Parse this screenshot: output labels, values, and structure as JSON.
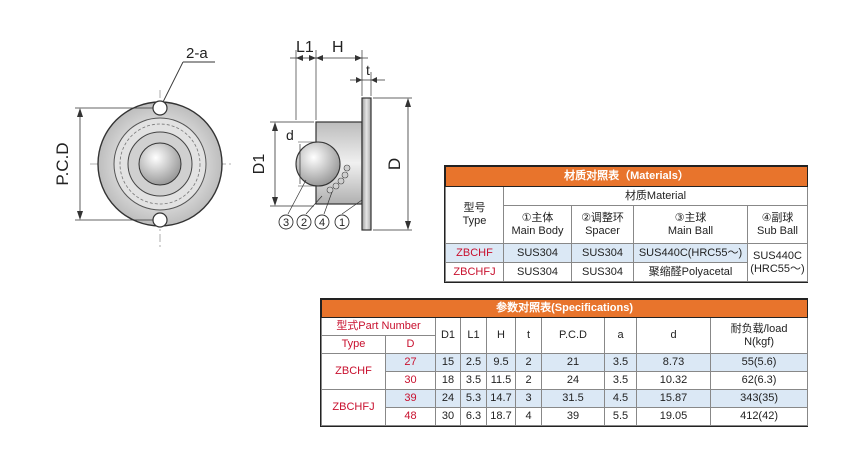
{
  "drawing": {
    "label_2a": "2-a",
    "label_pcd": "P.C.D",
    "label_L1": "L1",
    "label_H": "H",
    "label_t": "t",
    "label_d": "d",
    "label_D1": "D1",
    "label_D": "D",
    "callouts": [
      "3",
      "2",
      "4",
      "1"
    ]
  },
  "materials": {
    "title": "材质对照表（Materials）",
    "type_header": [
      "型号",
      "Type"
    ],
    "material_header": "材质Material",
    "columns": [
      [
        "①主体",
        "Main Body"
      ],
      [
        "②调整环",
        "Spacer"
      ],
      [
        "③主球",
        "Main Ball"
      ],
      [
        "④副球",
        "Sub Ball"
      ]
    ],
    "rows": [
      {
        "type": "ZBCHF",
        "body": "SUS304",
        "spacer": "SUS304",
        "main_ball": "SUS440C(HRC55～)"
      },
      {
        "type": "ZBCHFJ",
        "body": "SUS304",
        "spacer": "SUS304",
        "main_ball": "聚缩醛Polyacetal"
      }
    ],
    "sub_ball": [
      "SUS440C",
      "(HRC55～)"
    ]
  },
  "specs": {
    "title": "参数对照表(Specifications)",
    "part_number_header": "型式Part Number",
    "type_header": "Type",
    "d_header": "D",
    "headers": [
      "D1",
      "L1",
      "H",
      "t",
      "P.C.D",
      "a",
      "d"
    ],
    "load_header": [
      "耐负载/load",
      "N(kgf)"
    ],
    "types": [
      "ZBCHF",
      "ZBCHFJ"
    ],
    "rows": [
      {
        "D": "27",
        "D1": "15",
        "L1": "2.5",
        "H": "9.5",
        "t": "2",
        "PCD": "21",
        "a": "3.5",
        "d": "8.73",
        "load": "55(5.6)"
      },
      {
        "D": "30",
        "D1": "18",
        "L1": "3.5",
        "H": "11.5",
        "t": "2",
        "PCD": "24",
        "a": "3.5",
        "d": "10.32",
        "load": "62(6.3)"
      },
      {
        "D": "39",
        "D1": "24",
        "L1": "5.3",
        "H": "14.7",
        "t": "3",
        "PCD": "31.5",
        "a": "4.5",
        "d": "15.87",
        "load": "343(35)"
      },
      {
        "D": "48",
        "D1": "30",
        "L1": "6.3",
        "H": "18.7",
        "t": "4",
        "PCD": "39",
        "a": "5.5",
        "d": "19.05",
        "load": "412(42)"
      }
    ]
  }
}
